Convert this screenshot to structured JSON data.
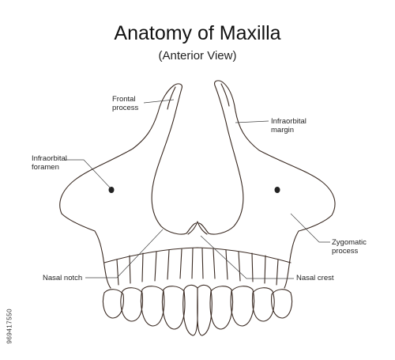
{
  "title": "Anatomy of Maxilla",
  "subtitle": "(Anterior View)",
  "labels": {
    "frontal_process": [
      "Frontal",
      "process"
    ],
    "infraorbital_margin": [
      "Infraorbital",
      "margin"
    ],
    "infraorbital_foramen": [
      "Infraorbital",
      "foramen"
    ],
    "zygomatic_process": [
      "Zygomatic",
      "process"
    ],
    "nasal_notch": "Nasal notch",
    "nasal_crest": "Nasal crest"
  },
  "stock_id": "969417550",
  "colors": {
    "line": "#3a2a22",
    "text": "#222222"
  }
}
